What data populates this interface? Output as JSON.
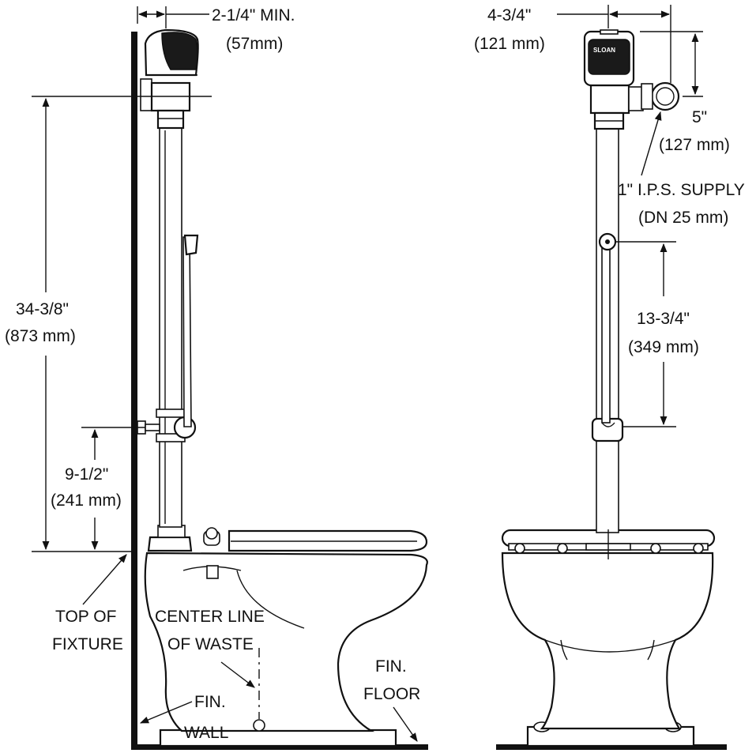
{
  "side_view": {
    "wall_clearance": "2-1/4\" MIN.",
    "wall_clearance_mm": "(57mm)",
    "height_supply": "34-3/8\"",
    "height_supply_mm": "(873 mm)",
    "height_stop": "9-1/2\"",
    "height_stop_mm": "(241 mm)",
    "top_of_fixture_1": "TOP OF",
    "top_of_fixture_2": "FIXTURE",
    "center_line_1": "CENTER LINE",
    "center_line_2": "OF WASTE",
    "fin_wall_1": "FIN.",
    "fin_wall_2": "WALL",
    "fin_floor_1": "FIN.",
    "fin_floor_2": "FLOOR"
  },
  "front_view": {
    "width": "4-3/4\"",
    "width_mm": "(121 mm)",
    "offset": "5\"",
    "offset_mm": "(127 mm)",
    "supply_1": "1\" I.P.S. SUPPLY",
    "supply_2": "(DN 25 mm)",
    "tube_length": "13-3/4\"",
    "tube_length_mm": "(349 mm)",
    "brand": "SLOAN"
  }
}
